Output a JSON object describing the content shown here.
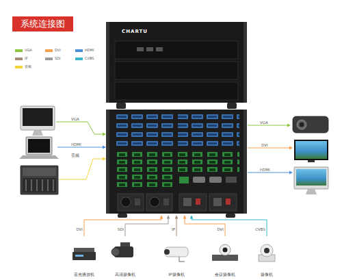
{
  "diagram": {
    "title": "系统连接图",
    "nodes": [
      {
        "text": [
          "CHARTU"
        ]
      },
      {
        "text": [
          "蓝光播放机"
        ]
      },
      {
        "text": [
          "高清摄像机"
        ]
      },
      {
        "text": [
          "IP摄像机"
        ]
      },
      {
        "text": [
          "会议摄像机"
        ]
      },
      {
        "text": [
          "摄像机"
        ]
      }
    ],
    "edges": [
      {
        "from": 1,
        "to": 0,
        "arrow": "to",
        "label": "DVI"
      },
      {
        "from": 2,
        "to": 0,
        "arrow": "to",
        "label": "SDI"
      },
      {
        "from": 3,
        "to": 0,
        "arrow": "to",
        "label": "IP"
      },
      {
        "from": 4,
        "to": 0,
        "arrow": "to",
        "label": "DVI"
      },
      {
        "from": 5,
        "to": 0,
        "arrow": "to",
        "label": "CVBS"
      }
    ],
    "labels": [
      "VGA",
      "HDMI",
      "音频",
      "VGA",
      "DVI",
      "HDMI"
    ],
    "legend": [
      {
        "text": "VGA",
        "color": "#8cc63f"
      },
      {
        "text": "DVI",
        "color": "#f6a04d"
      },
      {
        "text": "HDMI",
        "color": "#4a90d9"
      },
      {
        "text": "IP",
        "color": "#a58a78"
      },
      {
        "text": "SDI",
        "color": "#9a9a9a"
      },
      {
        "text": "CVBS",
        "color": "#39b7c9"
      },
      {
        "text": "音频",
        "color": "#f2d33a"
      }
    ]
  }
}
